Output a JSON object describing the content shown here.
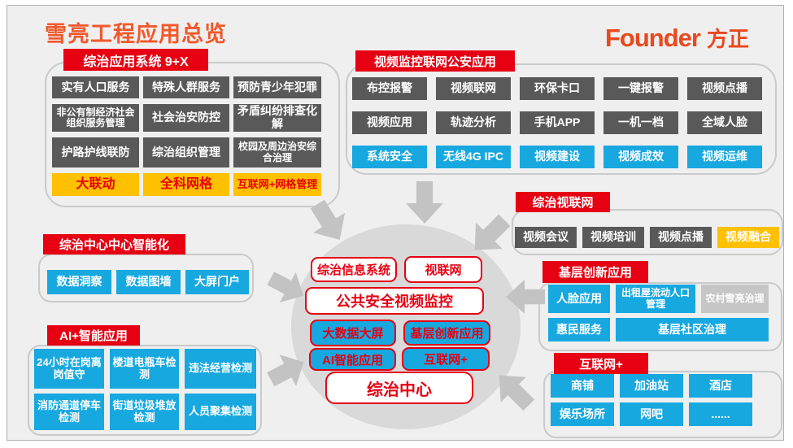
{
  "title": "雪亮工程应用总览",
  "brand": {
    "latin": "Founder",
    "cn": "方正"
  },
  "colors": {
    "header_red": "#e60012",
    "box_dark_gray": "#595959",
    "box_blue": "#18a8e0",
    "box_gold": "#ffc000",
    "box_light_gray": "#c6c6c6",
    "title_orange": "#f0592b",
    "logo_orange": "#e8491f",
    "circle_gray": "#d9d9d9",
    "arrow_gray": "#c3c3c3",
    "slide_bg": "#f0efef"
  },
  "groups": {
    "zongzhiApp": {
      "header": "综治应用系统 9+X",
      "items": [
        "实有人口服务",
        "特殊人群服务",
        "预防青少年犯罪",
        "非公有制经济社会组织服务管理",
        "社会治安防控",
        "矛盾纠纷排查化解",
        "护路护线联防",
        "综治组织管理",
        "校园及周边治安综合治理",
        "大联动",
        "全科网格",
        "互联网+网格管理"
      ]
    },
    "videoPolice": {
      "header": "视频监控联网公安应用",
      "items": [
        "布控报警",
        "视频联网",
        "环保卡口",
        "一键报警",
        "视频点播",
        "视频应用",
        "轨迹分析",
        "手机APP",
        "一机一档",
        "全域人脸",
        "系统安全",
        "无线4G IPC",
        "视频建设",
        "视频成效",
        "视频运维"
      ]
    },
    "videoNet": {
      "header": "综治视联网",
      "items": [
        "视频会议",
        "视频培训",
        "视频点播",
        "视频融合"
      ]
    },
    "jiceng": {
      "header": "基层创新应用",
      "items": [
        "人脸应用",
        "出租屋流动人口管理",
        "农村雪亮治理",
        "惠民服务",
        "基层社区治理"
      ]
    },
    "internetPlus": {
      "header": "互联网+",
      "items": [
        "商铺",
        "加油站",
        "酒店",
        "娱乐场所",
        "网吧",
        "......"
      ]
    },
    "centerSmart": {
      "header": "综治中心中心智能化",
      "items": [
        "数据洞察",
        "数据图墙",
        "大屏门户"
      ]
    },
    "ai": {
      "header": "AI+智能应用",
      "items": [
        "24小时在岗离岗值守",
        "楼道电瓶车检测",
        "违法经营检测",
        "消防通道停车检测",
        "街道垃圾堆放检测",
        "人员聚集检测"
      ]
    }
  },
  "center": {
    "items": [
      "综治信息系统",
      "视联网",
      "公共安全视频监控",
      "大数据大屏",
      "基层创新应用",
      "AI智能应用",
      "互联网+",
      "综治中心"
    ]
  }
}
